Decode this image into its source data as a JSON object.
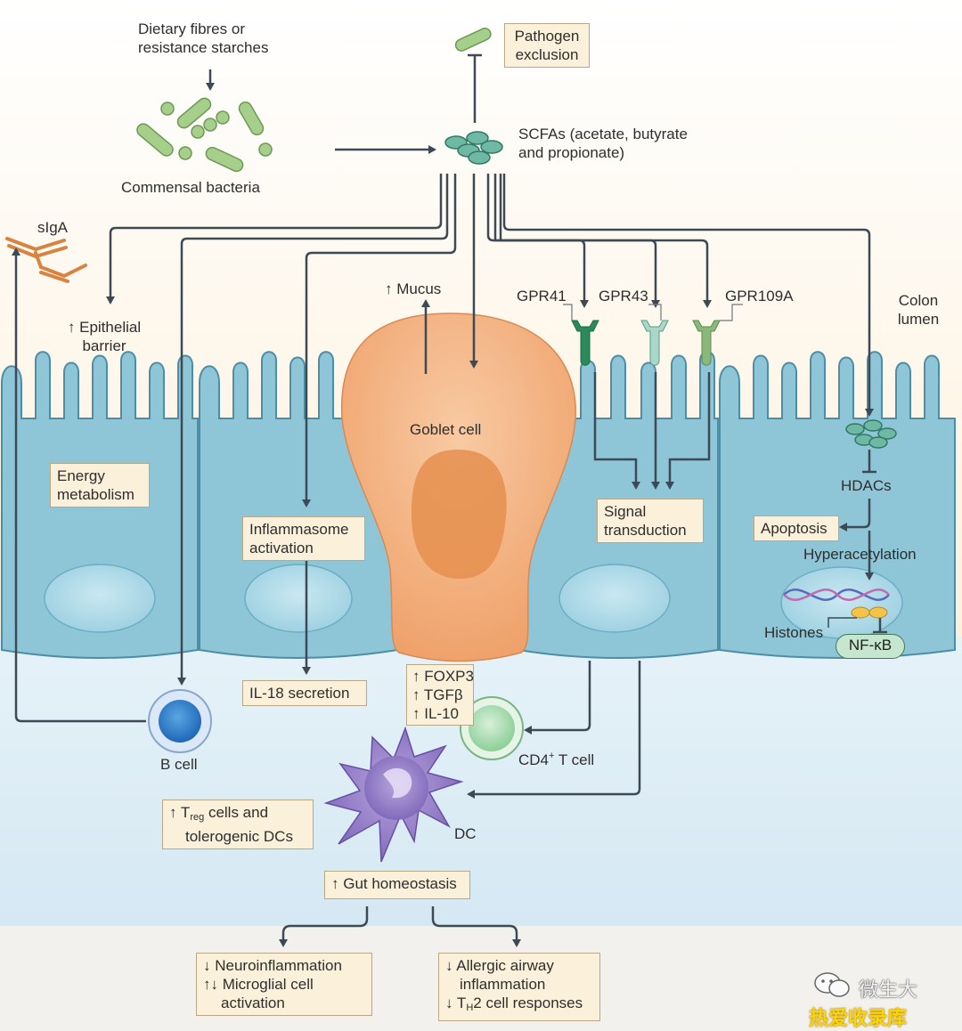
{
  "top": {
    "dietary_line1": "Dietary fibres or",
    "dietary_line2": "resistance starches",
    "commensal": "Commensal bacteria",
    "pathogen_line1": "Pathogen",
    "pathogen_line2": "exclusion",
    "scfa_line1": "SCFAs (acetate, butyrate",
    "scfa_line2": "and propionate)"
  },
  "sigA": "sIgA",
  "epithelial_line1": "↑ Epithelial",
  "epithelial_line2": "barrier",
  "mucus": "↑ Mucus",
  "receptors": {
    "gpr41": "GPR41",
    "gpr43": "GPR43",
    "gpr109a": "GPR109A"
  },
  "colon_line1": "Colon",
  "colon_line2": "lumen",
  "goblet": "Goblet cell",
  "energy_line1": "Energy",
  "energy_line2": "metabolism",
  "inflammasome_line1": "Inflammasome",
  "inflammasome_line2": "activation",
  "signal_line1": "Signal",
  "signal_line2": "transduction",
  "hdacs": "HDACs",
  "apoptosis": "Apoptosis",
  "hyperacetylation": "Hyperacetylation",
  "histones": "Histones",
  "nfkb": "NF-κB",
  "il18": "IL-18 secretion",
  "foxp3_line1": "↑ FOXP3",
  "foxp3_line2": "↑ TGFβ",
  "foxp3_line3": "↑ IL-10",
  "cd4_prefix": "CD4",
  "cd4_sup": "+",
  "cd4_suffix": " T cell",
  "bcell": "B cell",
  "treg_prefix": "↑ T",
  "treg_sub": "reg",
  "treg_suffix": " cells and",
  "treg_line2": "tolerogenic DCs",
  "dc": "DC",
  "homeostasis": "↑ Gut homeostasis",
  "neuro_line1": "↓ Neuroinflammation",
  "neuro_line2": "↑↓ Microglial cell",
  "neuro_line3": "activation",
  "allergic_line1": "↓ Allergic airway",
  "allergic_line2": "inflammation",
  "allergic_prefix": "↓ T",
  "allergic_sub": "H",
  "allergic_suffix": "2 cell responses",
  "watermark_line1": "微生大",
  "watermark_line2": "热爱收录库",
  "colors": {
    "cell_fill": "#8ec6d8",
    "cell_stroke": "#4d8ea6",
    "goblet_fill": "#f2b88a",
    "arrow": "#3d4a55",
    "label_box": "#fbf1da",
    "bacteria": "#a7cf8c"
  }
}
